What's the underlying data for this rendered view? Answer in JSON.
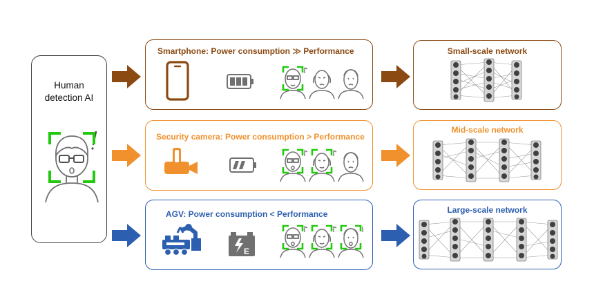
{
  "ai_panel": {
    "title_line1": "Human",
    "title_line2": "detection AI"
  },
  "rows": [
    {
      "title": "Smartphone: Power consumption ≫ Performance",
      "device_icon": "smartphone-icon",
      "battery_level": "high",
      "color": "#8B4A12",
      "network_label": "Small-scale network"
    },
    {
      "title": "Security camera: Power consumption > Performance",
      "device_icon": "security-camera-icon",
      "battery_level": "medium",
      "color": "#F0912E",
      "network_label": "Mid-scale network"
    },
    {
      "title": "AGV: Power consumption < Performance",
      "device_icon": "agv-robot-icon",
      "battery_level": "power-supply",
      "color": "#2D5FB0",
      "network_label": "Large-scale network"
    }
  ],
  "colors": {
    "detect_green": "#22C90E",
    "icon_gray": "#707070"
  }
}
